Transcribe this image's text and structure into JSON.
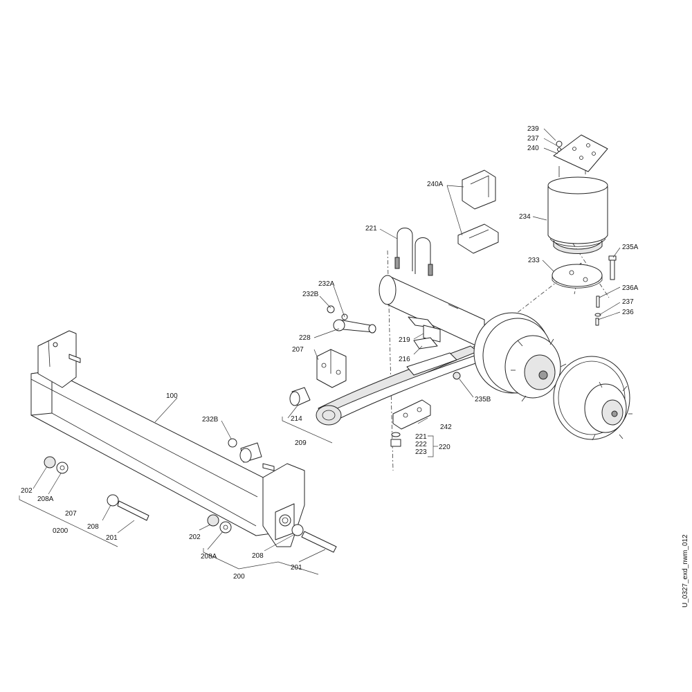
{
  "labels": {
    "l239": "239",
    "l237a": "237",
    "l240": "240",
    "l240A": "240A",
    "l234": "234",
    "l221a": "221",
    "l235A": "235A",
    "l233": "233",
    "l236A": "236A",
    "l237b": "237",
    "l236": "236",
    "l232A": "232A",
    "l232Ba": "232B",
    "l228": "228",
    "l219": "219",
    "l207a": "207",
    "l216": "216",
    "l235B": "235B",
    "l100": "100",
    "l232Bb": "232B",
    "l214": "214",
    "l242": "242",
    "l209": "209",
    "l221b": "221",
    "l222": "222",
    "l223": "223",
    "l220": "220",
    "l202a": "202",
    "l208Aa": "208A",
    "l207b": "207",
    "l0200": "0200",
    "l208a": "208",
    "l201a": "201",
    "l202b": "202",
    "l208Ab": "208A",
    "l208b": "208",
    "l201b": "201",
    "l200": "200"
  },
  "drawing_code": "U_0327_exd_nwm_012"
}
